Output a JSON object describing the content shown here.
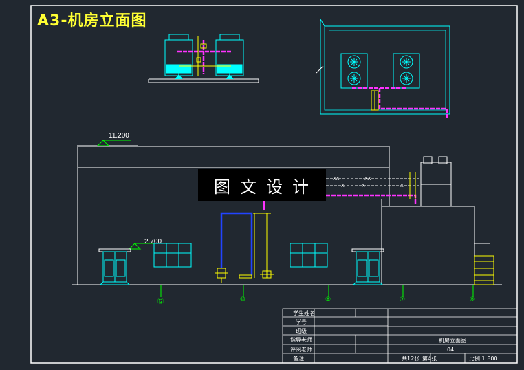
{
  "title": "A3-机房立面图",
  "watermark": "图文设计",
  "elevations": {
    "top": "11.200",
    "mid": "2.700"
  },
  "grid_axes": [
    "⑫",
    "⑩",
    "⑧",
    "⑦",
    "⑥"
  ],
  "pipe_marks": [
    "XX",
    "XX",
    "X",
    "X",
    "X"
  ],
  "title_block": {
    "rows": [
      "学生姓名",
      "学号",
      "班级",
      "指导老师",
      "评阅老师",
      "备注"
    ],
    "drawing_name": "机房立面图",
    "drawing_no": "04",
    "sheet_total": "共12张",
    "sheet_no": "第4张",
    "scale": "比例 1:800"
  },
  "colors": {
    "background": "#212830",
    "lines": "#ffffff",
    "equipment": "#00ffff",
    "pipe_supply": "#ff33ff",
    "pipe_return": "#2244ff",
    "pipe_yellow": "#ffff00",
    "axis": "#00ff00"
  }
}
